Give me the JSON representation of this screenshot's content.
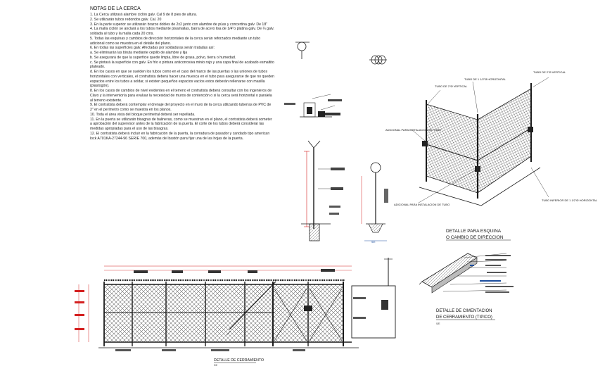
{
  "notes": {
    "title": "NOTAS DE LA CERCA",
    "items": [
      "1.        La Cerca utilizará alambre ciclón galv. Cal 9 de 8 pies de altura.",
      "2.        Se utilizarán tubos redondos galv. Cal. 20",
      "3.        En la parte superior se utilizarán brazos dobles de 2x2 junto con alambre de púas y concertina galv. De 18\"",
      "4.        La malla ciclón se anclará a los tubos mediante pisamallas, barra de acero lisa de 1/4\"o platina galv. De ¼ galv. soldada al tubo y la malla cada 20 cms.",
      "5.        Todas las esquinas y cambios de dirección horizontales de la cerca serán reforzados mediante un tubo adicional como se muestra en el detalle del plano.",
      "6.        En todas las superficies galv. Afectadas por soldaduras serán tratadas así:",
      "a.   Se eliminarán las biruta mediante cepillo de alambre y lija",
      "b.   Se asegurará de que la superficie quede limpia, libre de grasa, polvo, tierra o humedad.",
      "c.   Se pintará la superficie con galv. En frío o pintura anticorrosiva minio rojo y una capa final de acabado esmaltito plateado.",
      "d.   En los casos en que se suelden los tubos como en el caso del marco de las puertas o las uniones de tubos horizontales con verticales, el contratista deberá hacer una muesca en el tubo para asegurarse de que no queden espacios entre los tubos a soldar, si existen pequeños espacios vacíos estos deberán rellenarse con masilla  (plastogón).",
      "8.        En los casos de cambios de nivel evidentes en el terreno el contratista deberá consultar con los ingenieros de Claro y la interventoría para evaluar la necesidad de muros de contención o si la cerca será horizontal o paralela al terreno existente.",
      "9.        El contratista deberá contemplar el drenaje del proyecto en el muro de la cerca utilizando tuberías de PVC de 2\" en el perímetro como se muestra en los planos.",
      "10.      Toda el área vista del bloque perimetral deberá ser repellada.",
      "11.      En la puerta se utilizarán bisagras de balineras, como se muestran en el plano, el contratista deberá someter a aprobación del supervisor antes de la fabricación de la puerta. El corte de los tubos deberá considerar las medidas apropiadas para el uso de las bisagras.",
      "12.      El contratista deberá incluir en la fabricación de la puerta, la cerradura de pasador y candado tipo american lock A701KA-27244-96 SERIE 700, además del bastón para fijar una de las hojas de la puerta."
    ]
  },
  "corner": {
    "label_tubo_2_vertical_left": "TUBO DE 2\"Ø VERTICAL",
    "label_tubo_2_vertical_right": "TUBO DE 2\"Ø VERTICAL",
    "label_tubo_1_horizontal": "TUBO DE 1 1/2\"Ø HORIZONTAL",
    "label_adicional_left": "ADICIONAL PARA INSTALACION DE TUBO",
    "label_adicional_bottom": "ADICIONAL PARA INSTALACION DE TUBO",
    "label_tubo_inferior": "TUBO INFERIOR DE 1 1/2\"Ø HORIZONTAL",
    "title_line1": "DETALLE PARA ESQUINA",
    "title_line2": "O CAMBIO DE DIRECCION"
  },
  "foundation": {
    "title_line1": "DETALLE DE CIMENTACION",
    "title_line2": "DE CERRAMIENTO (TIPICO)",
    "scale": "S/E"
  },
  "elevation": {
    "title": "DETALLE DE CERRAMIENTO",
    "scale": "S/E"
  },
  "section": {
    "scale_label": "S/E"
  },
  "colors": {
    "line": "#1a1a1a",
    "red_dim": "#d42020",
    "blue_label": "#1d4f9e",
    "hatch": "#555555"
  }
}
